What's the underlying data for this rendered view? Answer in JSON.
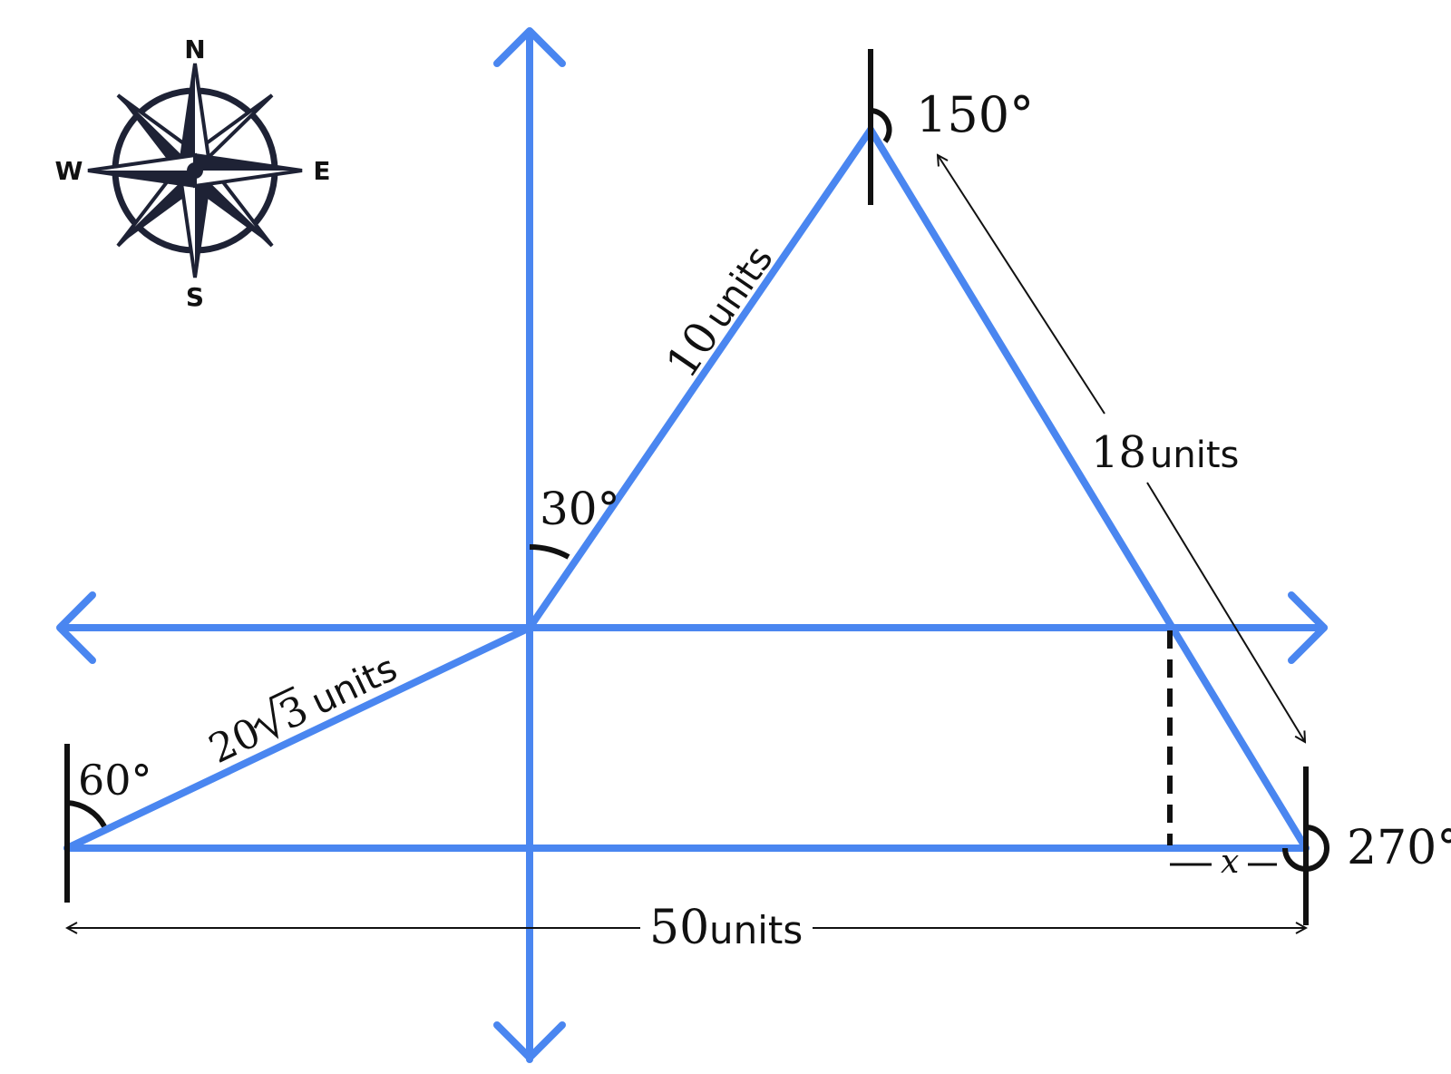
{
  "compass": {
    "north": "N",
    "south": "S",
    "east": "E",
    "west": "W",
    "color": "#1e2235"
  },
  "colors": {
    "path": "#4a86f0",
    "ink": "#111111"
  },
  "angles": {
    "a30": "30°",
    "a60": "60°",
    "a150": "150°",
    "a270": "270°"
  },
  "lengths": {
    "seg10_num": "10",
    "seg10_unit": "units",
    "seg18_num": "18",
    "seg18_unit": "units",
    "seg20_num": "20",
    "seg20_root": "3",
    "seg20_unit": "units",
    "base_num": "50",
    "base_unit": "units"
  },
  "variable": {
    "x": "x"
  }
}
